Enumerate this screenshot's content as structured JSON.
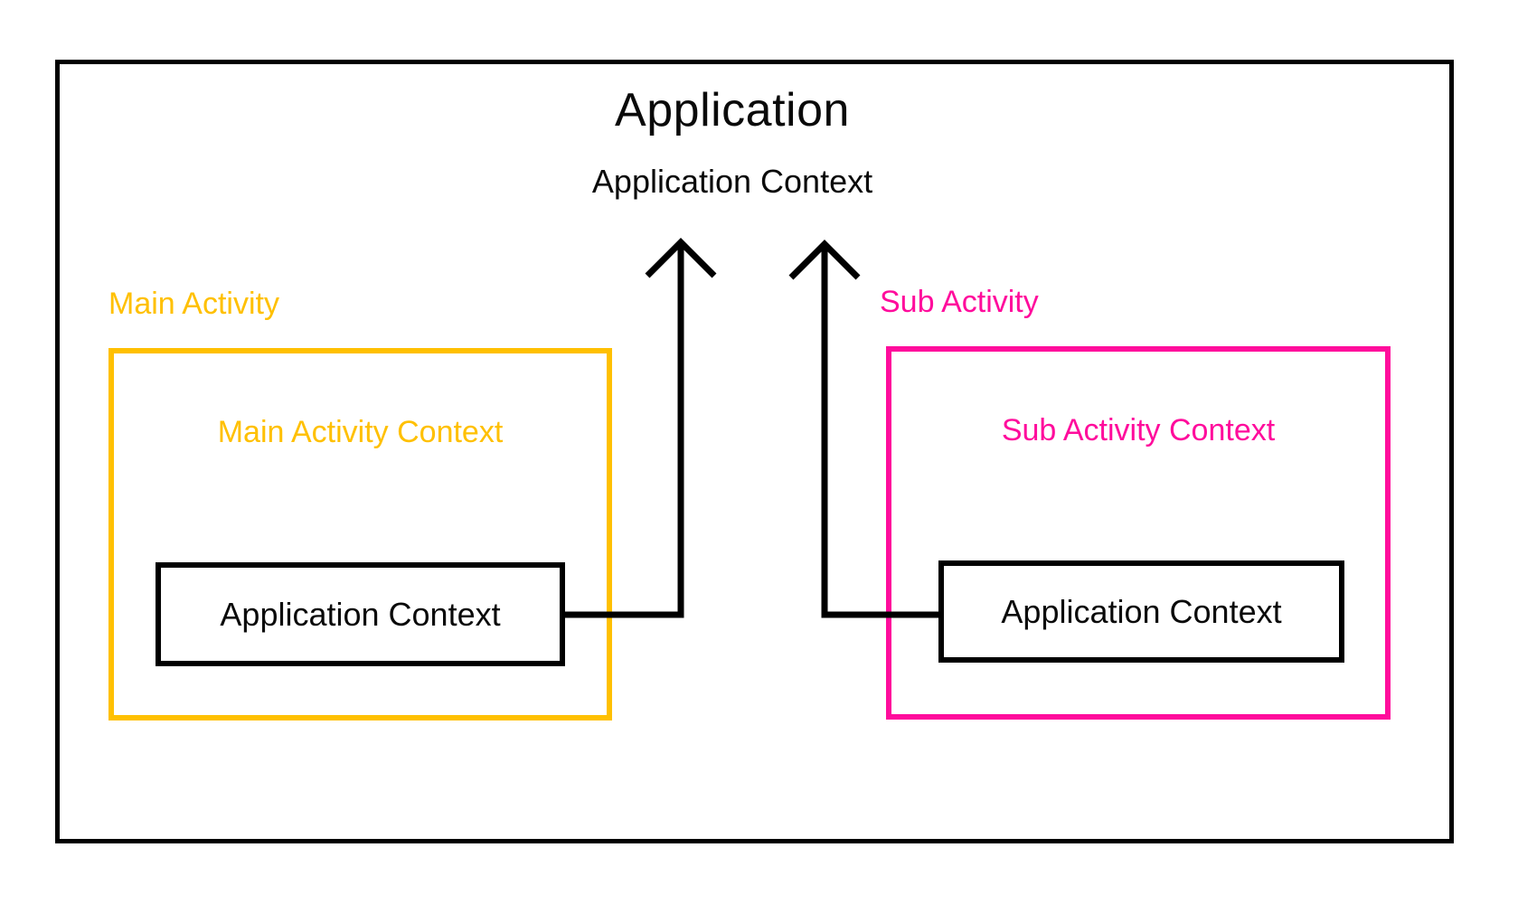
{
  "diagram": {
    "title": "Application",
    "subtitle": "Application Context",
    "line_color": "#000000",
    "main_activity": {
      "label": "Main Activity",
      "context_label": "Main Activity Context",
      "inner_box_label": "Application Context",
      "color": "#FFC000"
    },
    "sub_activity": {
      "label": "Sub Activity",
      "context_label": "Sub Activity Context",
      "inner_box_label": "Application Context",
      "color": "#FF0C9C"
    }
  }
}
